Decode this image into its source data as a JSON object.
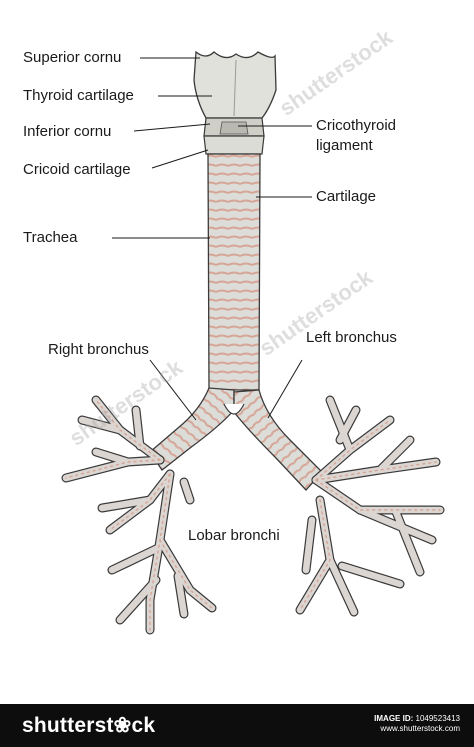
{
  "labels": {
    "superior_cornu": "Superior cornu",
    "thyroid_cartilage": "Thyroid cartilage",
    "inferior_cornu": "Inferior cornu",
    "cricoid_cartilage": "Cricoid cartilage",
    "cricothyroid_ligament_1": "Cricothyroid",
    "cricothyroid_ligament_2": "ligament",
    "cartilage": "Cartilage",
    "trachea": "Trachea",
    "right_bronchus": "Right bronchus",
    "left_bronchus": "Left bronchus",
    "lobar_bronchi": "Lobar bronchi"
  },
  "watermark": "shutterstock",
  "footer": {
    "brand": "shutterst❀ck",
    "image_id_label": "IMAGE ID:",
    "image_id": "1049523413",
    "site": "www.shutterstock.com"
  },
  "colors": {
    "airway_fill": "#d9d9d6",
    "cartilage_ring": "#d9a79a",
    "outline": "#3a3a3a",
    "footer_bg": "#0d0d0d"
  }
}
